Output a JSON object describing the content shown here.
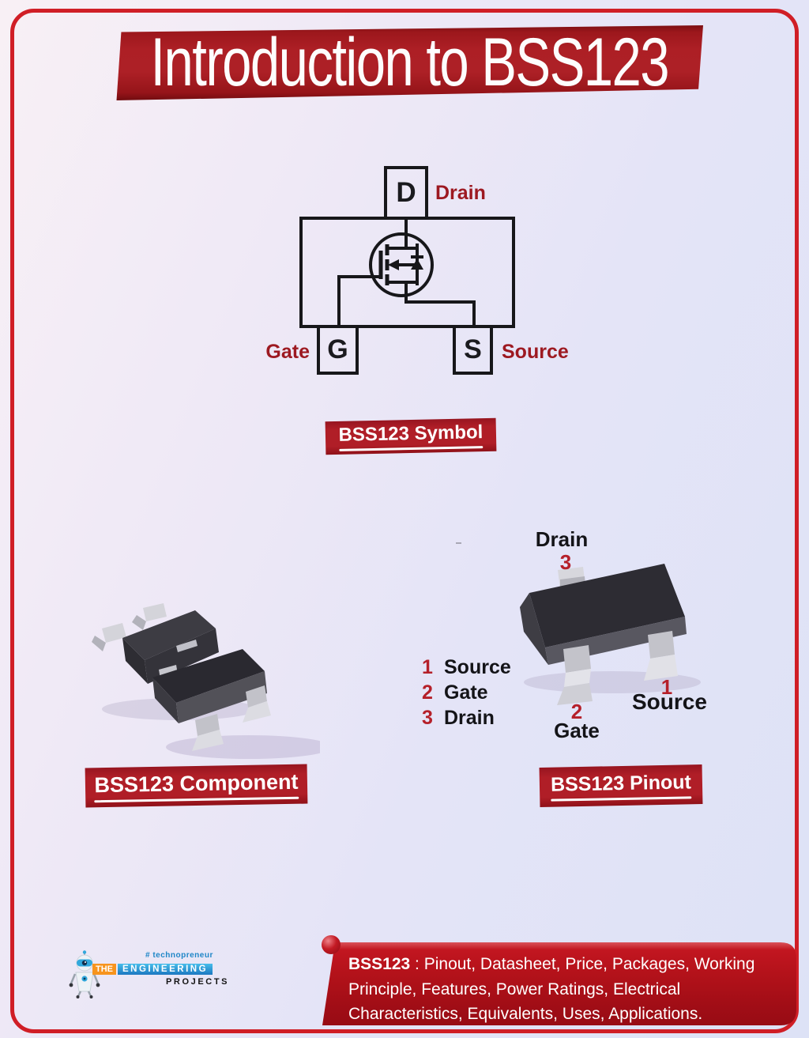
{
  "page": {
    "title": "Introduction to BSS123"
  },
  "symbol": {
    "caption": "BSS123 Symbol",
    "drain_letter": "D",
    "gate_letter": "G",
    "source_letter": "S",
    "drain_label": "Drain",
    "gate_label": "Gate",
    "source_label": "Source"
  },
  "component": {
    "caption": "BSS123 Component"
  },
  "pinout": {
    "caption": "BSS123 Pinout",
    "top_pin_label": "Drain",
    "top_pin_number": "3",
    "legend": [
      {
        "number": "1",
        "label": "Source"
      },
      {
        "number": "2",
        "label": "Gate"
      },
      {
        "number": "3",
        "label": "Drain"
      }
    ],
    "bottom_pin_number": "2",
    "bottom_pin_label": "Gate",
    "right_pin_number": "1",
    "right_pin_label": "Source"
  },
  "footer": {
    "logo": {
      "tagline": "# technopreneur",
      "the": "THE",
      "engineering": "ENGINEERING",
      "projects": "PROJECTS"
    },
    "banner": {
      "line1_bold": "BSS123",
      "line1_rest": " : Pinout, Datasheet, Price, Packages, Working",
      "line2": "Principle, Features, Power Ratings, Electrical",
      "line3": "Characteristics, Equivalents, Uses, Applications."
    }
  },
  "colors": {
    "banner_red": "#ad1f25",
    "frame_red": "#d01e26",
    "label_maroon": "#9d1921",
    "number_red": "#b5202a",
    "footer_red": "#a00d16",
    "logo_orange": "#f7941e",
    "logo_blue": "#2a9ad2"
  }
}
